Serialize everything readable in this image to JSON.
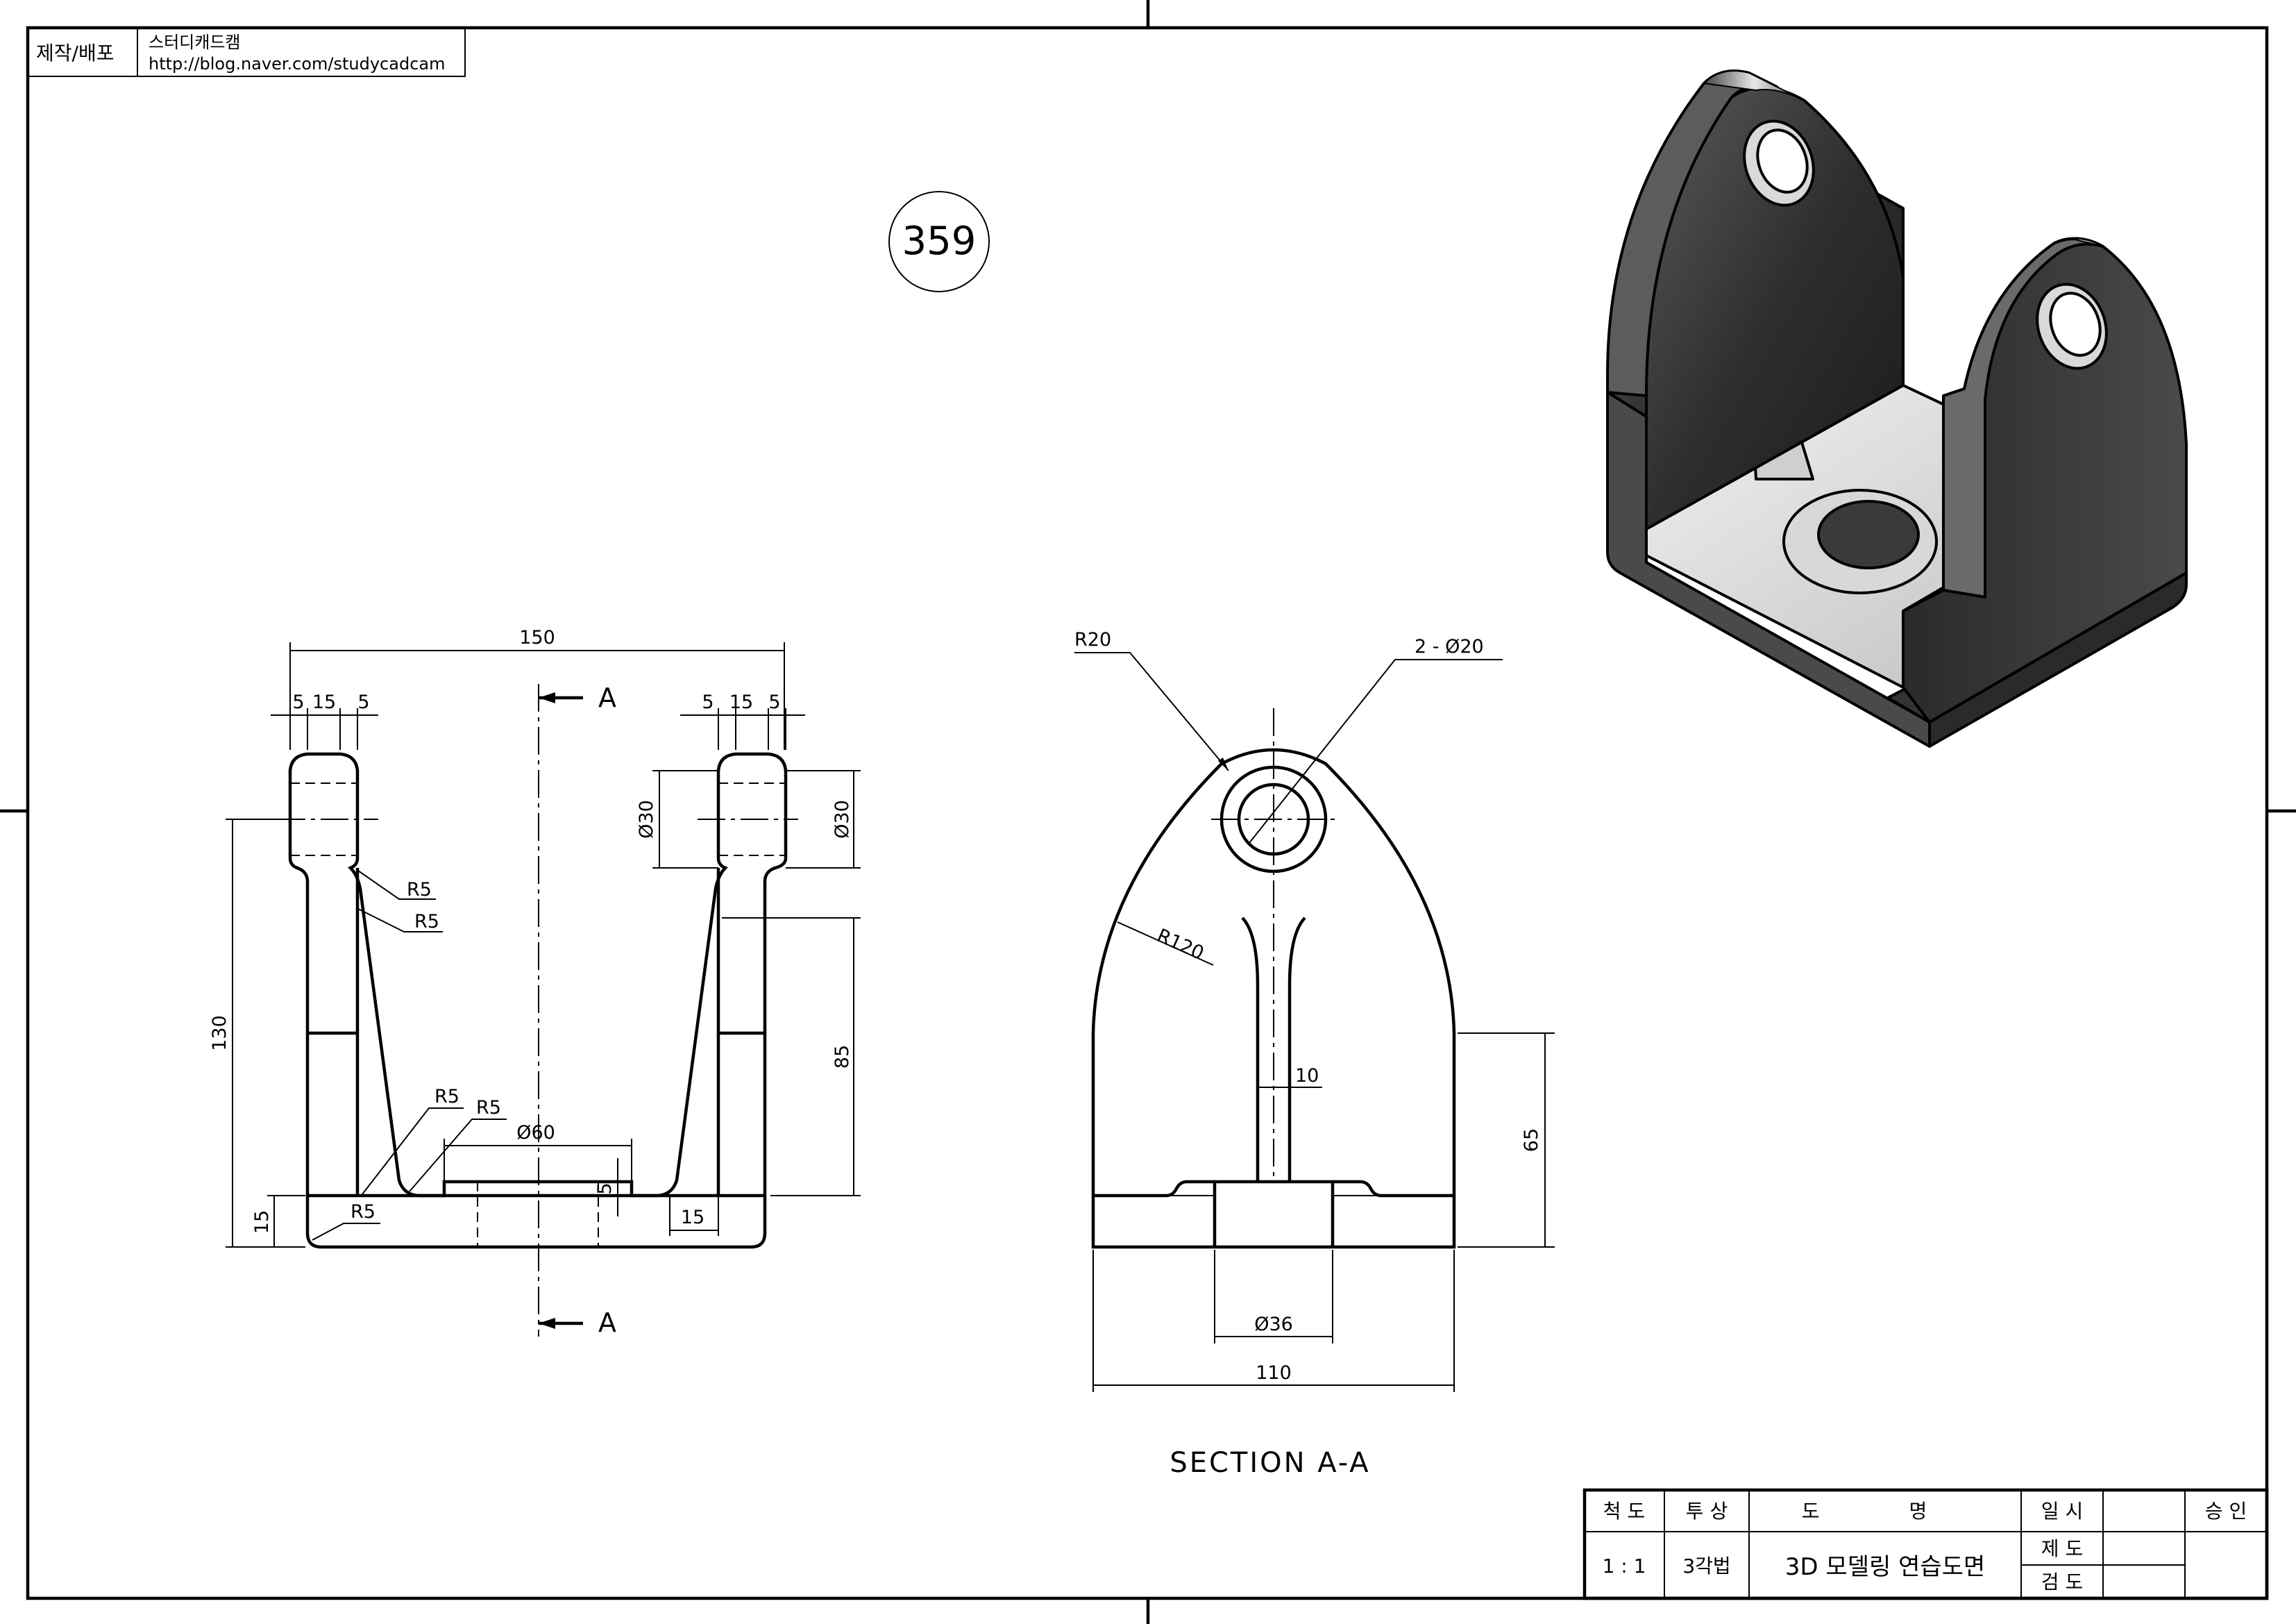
{
  "header": {
    "publisher_label": "제작/배포",
    "site_name": "스터디캐드캠",
    "site_url": "http://blog.naver.com/studycadcam"
  },
  "drawing_number": "359",
  "front_view": {
    "dims": {
      "overall_width": "150",
      "left_top_a": "5",
      "left_top_b": "15",
      "left_top_c": "5",
      "right_top_a": "5",
      "right_top_b": "15",
      "right_top_c": "5",
      "height_total": "130",
      "base_thickness": "15",
      "upright_height": "85",
      "hole_left": "Ø30",
      "hole_right": "Ø30",
      "fillet_1": "R5",
      "fillet_2": "R5",
      "fillet_3": "R5",
      "fillet_4": "R5",
      "fillet_5": "R5",
      "boss_dia": "Ø60",
      "boss_height": "5",
      "boss_offset": "15"
    },
    "section_marker_top": "A",
    "section_marker_bottom": "A"
  },
  "section_view": {
    "title": "SECTION A-A",
    "dims": {
      "top_radius": "R20",
      "holes": "2 - Ø20",
      "arc_radius": "R120",
      "rib_width": "10",
      "height": "65",
      "bore": "Ø36",
      "width": "110"
    }
  },
  "title_block": {
    "scale_label": "척 도",
    "projection_label": "투 상",
    "name_label": "도 명",
    "date_label": "일 시",
    "approve_label": "승 인",
    "scale_value": "1 : 1",
    "projection_value": "3각법",
    "name_value": "3D 모델링 연습도면",
    "drawn_label": "제 도",
    "checked_label": "검 도"
  },
  "colors": {
    "line": "#000000",
    "paper": "#ffffff",
    "model_dark": "#3a3a3a",
    "model_light": "#e6e6e6"
  }
}
